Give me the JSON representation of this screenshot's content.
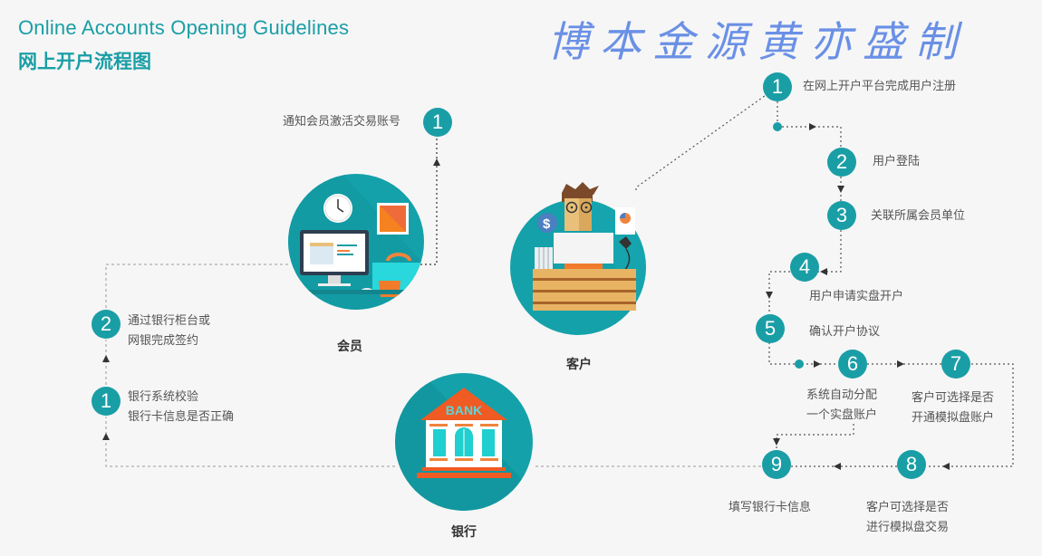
{
  "header": {
    "title_en": "Online Accounts Opening Guidelines",
    "title_zh": "网上开户流程图",
    "watermark": "博本金源黄亦盛制"
  },
  "colors": {
    "accent": "#1a9ea6",
    "hub_bg": "#14a1aa",
    "background": "#f6f6f6",
    "text": "#555555",
    "watermark": "#5b86e5",
    "bank_roof": "#f05a23"
  },
  "hubs": {
    "member": {
      "label": "会员",
      "icon": "office-desk-icon"
    },
    "customer": {
      "label": "客户",
      "icon": "person-at-desk-icon"
    },
    "bank": {
      "label": "银行",
      "icon": "bank-building-icon",
      "sign": "BANK"
    }
  },
  "customer_flow": [
    {
      "num": "1",
      "text": "在网上开户平台完成用户注册"
    },
    {
      "num": "2",
      "text": "用户登陆"
    },
    {
      "num": "3",
      "text": "关联所属会员单位"
    },
    {
      "num": "4",
      "text": "用户申请实盘开户"
    },
    {
      "num": "5",
      "text": "确认开户协议"
    },
    {
      "num": "6",
      "text_line1": "系统自动分配",
      "text_line2": "一个实盘账户"
    },
    {
      "num": "7",
      "text_line1": "客户可选择是否",
      "text_line2": "开通模拟盘账户"
    },
    {
      "num": "8",
      "text_line1": "客户可选择是否",
      "text_line2": "进行模拟盘交易"
    },
    {
      "num": "9",
      "text": "填写银行卡信息"
    }
  ],
  "bank_flow": [
    {
      "num": "1",
      "text_line1": "银行系统校验",
      "text_line2": "银行卡信息是否正确"
    },
    {
      "num": "2",
      "text_line1": "通过银行柜台或",
      "text_line2": "网银完成签约"
    }
  ],
  "member_flow": [
    {
      "num": "1",
      "text": "通知会员激活交易账号"
    }
  ]
}
